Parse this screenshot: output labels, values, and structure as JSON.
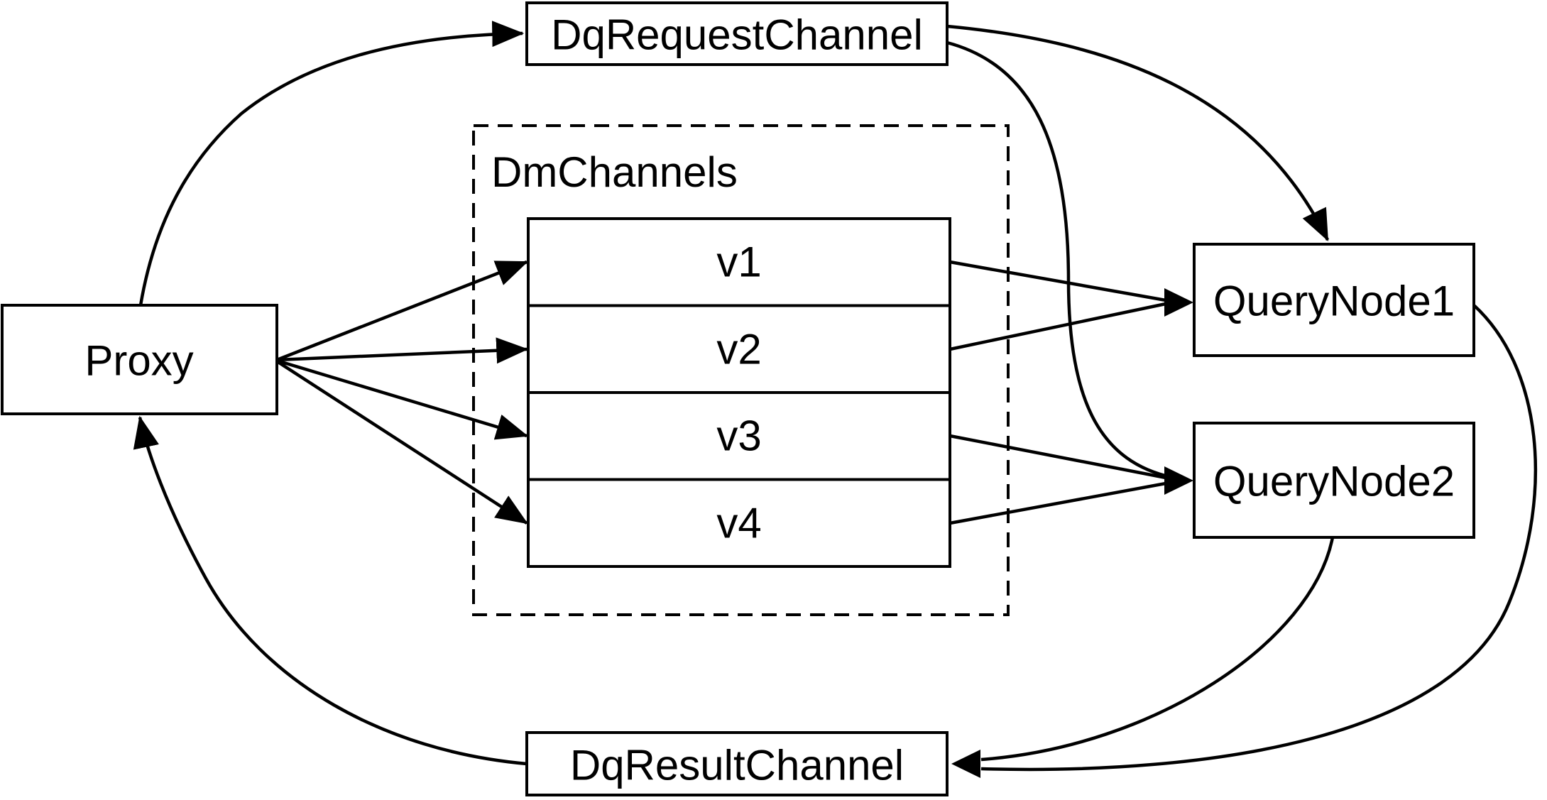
{
  "diagram": {
    "nodes": {
      "proxy": {
        "label": "Proxy"
      },
      "dq_request_channel": {
        "label": "DqRequestChannel"
      },
      "dm_channels": {
        "label": "DmChannels",
        "channels": [
          "v1",
          "v2",
          "v3",
          "v4"
        ]
      },
      "query_node_1": {
        "label": "QueryNode1"
      },
      "query_node_2": {
        "label": "QueryNode2"
      },
      "dq_result_channel": {
        "label": "DqResultChannel"
      }
    },
    "edges": [
      {
        "from": "Proxy",
        "to": "DqRequestChannel"
      },
      {
        "from": "Proxy",
        "to": "v1"
      },
      {
        "from": "Proxy",
        "to": "v2"
      },
      {
        "from": "Proxy",
        "to": "v3"
      },
      {
        "from": "Proxy",
        "to": "v4"
      },
      {
        "from": "v1",
        "to": "QueryNode1"
      },
      {
        "from": "v2",
        "to": "QueryNode1"
      },
      {
        "from": "v3",
        "to": "QueryNode2"
      },
      {
        "from": "v4",
        "to": "QueryNode2"
      },
      {
        "from": "DqRequestChannel",
        "to": "QueryNode1"
      },
      {
        "from": "DqRequestChannel",
        "to": "QueryNode2"
      },
      {
        "from": "QueryNode1",
        "to": "DqResultChannel"
      },
      {
        "from": "QueryNode2",
        "to": "DqResultChannel"
      },
      {
        "from": "DqResultChannel",
        "to": "Proxy"
      }
    ],
    "colors": {
      "stroke": "#000000",
      "node_fill": "#ffffff",
      "background": "#ffffff"
    }
  }
}
